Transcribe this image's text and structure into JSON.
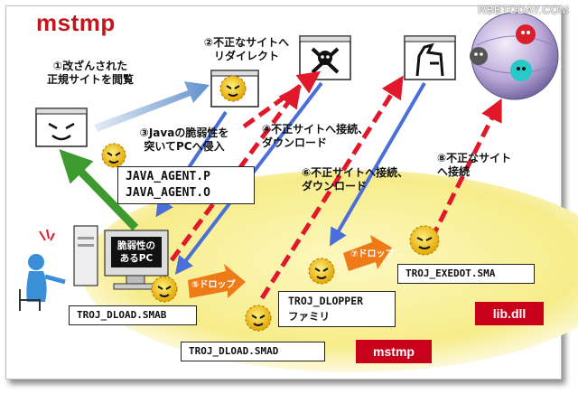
{
  "title": "mstmp",
  "watermark": "RBBTODAY.COM",
  "steps": {
    "s1": "①改ざんされた\n正規サイトを閲覧",
    "s2": "②不正なサイトへ\nリダイレクト",
    "s3": "③Javaの脆弱性を\n突いてPCへ侵入",
    "s4": "④不正サイトへ接続、\nダウンロード",
    "s6": "⑥不正サイトへ接続、\nダウンロード",
    "s8": "⑧不正なサイト\nへ接続",
    "s5": "⑤ドロップ",
    "s7": "⑦ドロップ"
  },
  "pc_label": "脆弱性の\nあるPC",
  "boxes": {
    "java_agent": "JAVA_AGENT.P\nJAVA_AGENT.O",
    "dload_smab": "TROJ_DLOAD.SMAB",
    "dlopper": "TROJ_DLOPPER\nファミリ",
    "exedot": "TROJ_EXEDOT.SMA",
    "dload_smad": "TROJ_DLOAD.SMAD"
  },
  "tags": {
    "lib": "lib.dll",
    "mstmp": "mstmp"
  },
  "colors": {
    "title_red": "#c0161e",
    "tag_red": "#c8001a",
    "arrow_red": "#e0182a",
    "arrow_blue": "#4a6fd8",
    "arrow_green": "#3c9a2e",
    "drop_orange": "#ee7a18",
    "zone_yellow": "#fbf3a0"
  }
}
